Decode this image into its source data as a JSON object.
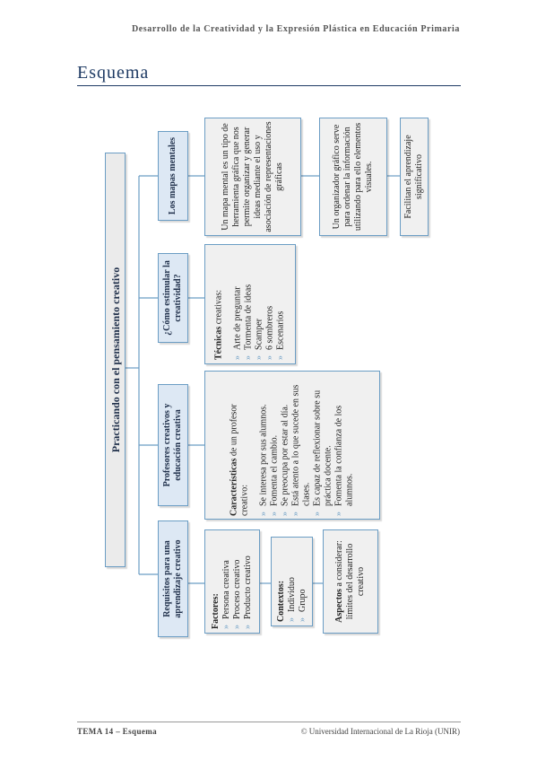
{
  "header": {
    "title": "Desarrollo de la Creatividad y la Expresión Plástica en Educación Primaria"
  },
  "page": {
    "heading": "Esquema"
  },
  "diagram": {
    "main_topic": "Practicando con el pensamiento creativo",
    "topics": [
      {
        "label": "Los mapas mentales",
        "details": [
          {
            "text": "Un mapa mental es un tipo de herramienta gráfica que nos permite organizar y generar ideas mediante el uso y asociación de representaciones gráficas"
          },
          {
            "text": "Un organizador gráfico serve para ordenar la información utilizando para ello elementos visuales."
          },
          {
            "text": "Facilitan el aprendizaje significativo"
          }
        ]
      },
      {
        "label": "¿Cómo estimular la creatividad?",
        "details": [
          {
            "lead_bold": "Técnicas",
            "lead_rest": " creativas:",
            "items": [
              "Arte de preguntar",
              "Tormenta de ideas",
              "Scamper",
              "6 sombreros",
              "Escenarios"
            ]
          }
        ]
      },
      {
        "label": "Profesores creativos y educación creativa",
        "details": [
          {
            "lead_bold": "Características",
            "lead_rest": " de un profesor creativo:",
            "items": [
              "Se interesa por sus alumnos.",
              "Fomenta el cambio.",
              "Se preocupa por estar al día.",
              "Está atento a lo que sucede en sus clases.",
              "Es capaz de reflexionar sobre su práctica docente.",
              "Fomenta la confianza de los alumnos."
            ]
          }
        ]
      },
      {
        "label": "Requisitos para una aprendizaje creativo",
        "details": [
          {
            "title": "Factores:",
            "items": [
              "Persona creativa",
              "Proceso creativo",
              "Producto creativo"
            ]
          },
          {
            "title": "Contextos:",
            "items": [
              "Individuo",
              "Grupo"
            ]
          },
          {
            "lead_bold": "Aspectos",
            "lead_rest": " a considerar: límites del desarrollo creativo"
          }
        ]
      }
    ]
  },
  "footer": {
    "left": "TEMA 14 – Esquema",
    "right": "© Universidad Internacional de La Rioja (UNIR)"
  }
}
